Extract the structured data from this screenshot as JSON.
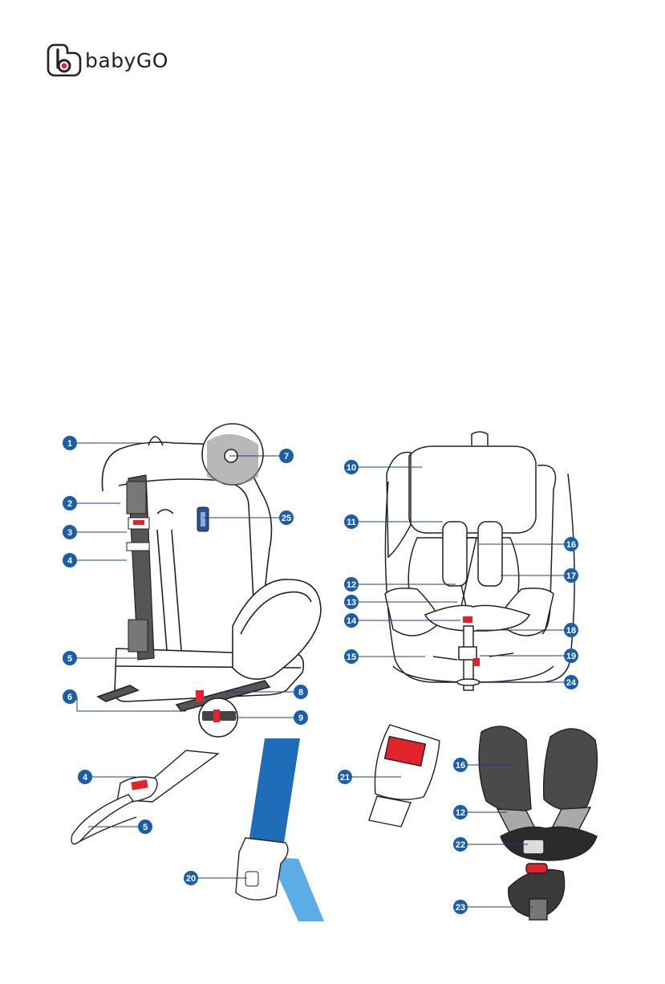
{
  "brand": {
    "name": "babyGO",
    "colors": {
      "badge": "#1b5ea8",
      "accent": "#e0242c",
      "belt_blue": "#1f6db8",
      "belt_light": "#5aaee5"
    }
  },
  "callouts": [
    "1",
    "2",
    "3",
    "4",
    "5",
    "6",
    "7",
    "8",
    "9",
    "10",
    "11",
    "12",
    "13",
    "14",
    "15",
    "16",
    "17",
    "18",
    "19",
    "20",
    "21",
    "22",
    "23",
    "24",
    "25"
  ],
  "detail_callouts": {
    "belt_tongue": [
      "4",
      "5"
    ],
    "belt_clip": "20",
    "buckle_tongue": "21",
    "harness_pads": [
      "16",
      "12",
      "22"
    ],
    "buckle": "23"
  }
}
